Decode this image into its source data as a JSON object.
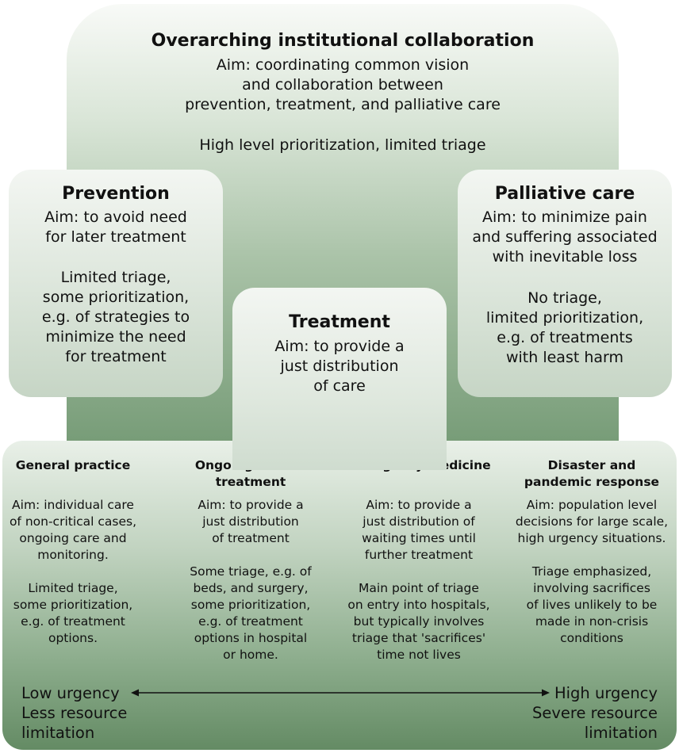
{
  "overarching": {
    "title": "Overarching institutional collaboration",
    "aim": "Aim: coordinating common vision\nand collaboration between\nprevention, treatment, and palliative care",
    "triage": "High level prioritization, limited triage"
  },
  "prevention": {
    "title": "Prevention",
    "aim": "Aim: to avoid need\nfor later treatment",
    "triage": "Limited triage,\nsome prioritization,\ne.g. of strategies to\nminimize the need\nfor treatment"
  },
  "palliative": {
    "title": "Palliative care",
    "aim": "Aim: to minimize pain\nand suffering associated\nwith inevitable loss",
    "triage": "No triage,\nlimited prioritization,\ne.g. of treatments\nwith least harm"
  },
  "treatment": {
    "title": "Treatment",
    "aim": "Aim: to provide a\njust distribution\nof care"
  },
  "columns": [
    {
      "title": "General practice",
      "aim": "Aim: individual care\nof non-critical cases,\nongoing care and\nmonitoring.",
      "triage": "Limited triage,\nsome prioritization,\ne.g. of treatment\noptions."
    },
    {
      "title": "Ongoing care or\ntreatment",
      "aim": "Aim: to provide a\njust distribution\nof treatment",
      "triage": "Some triage, e.g. of\nbeds, and surgery,\nsome prioritization,\ne.g. of treatment\noptions in hospital\nor home."
    },
    {
      "title": "Emergency medicine",
      "aim": "Aim: to provide a\njust distribution of\nwaiting times until\nfurther treatment",
      "triage": "Main point of triage\non entry into hospitals,\nbut typically involves\ntriage that 'sacrifices'\ntime not lives"
    },
    {
      "title": "Disaster and\npandemic response",
      "aim": "Aim: population level\ndecisions for large scale,\nhigh urgency situations.",
      "triage": "Triage emphasized,\ninvolving sacrifices\nof lives unlikely to be\nmade in non-crisis\nconditions"
    }
  ],
  "scale": {
    "low": "Low urgency\nLess resource\nlimitation",
    "high": "High urgency\nSevere resource\nlimitation"
  },
  "colors": {
    "top_dark": "#6f9670",
    "bottom_dark": "#648b64",
    "text": "#111111"
  }
}
